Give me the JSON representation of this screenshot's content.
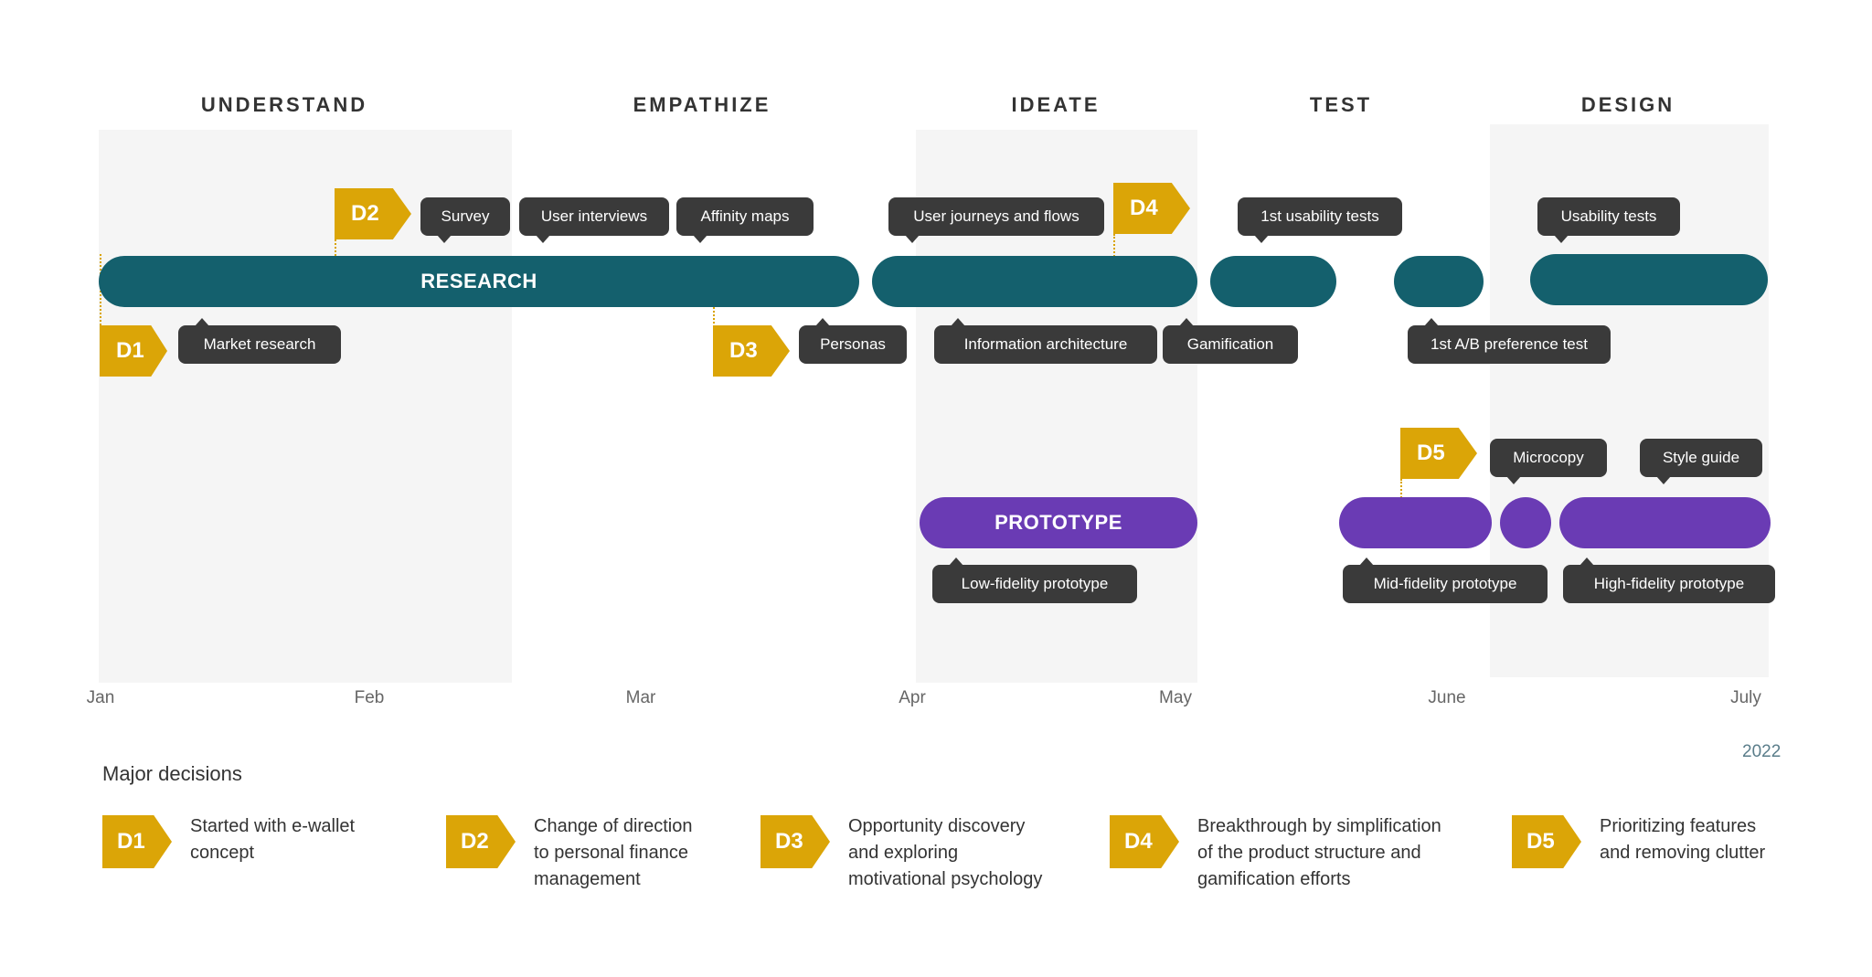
{
  "phases": [
    "UNDERSTAND",
    "EMPATHIZE",
    "IDEATE",
    "TEST",
    "DESIGN"
  ],
  "months": [
    "Jan",
    "Feb",
    "Mar",
    "Apr",
    "May",
    "June",
    "July"
  ],
  "year": "2022",
  "tracks": {
    "research_label": "RESEARCH",
    "prototype_label": "PROTOTYPE"
  },
  "decision_flags": [
    "D1",
    "D2",
    "D3",
    "D4",
    "D5"
  ],
  "activities": {
    "survey": "Survey",
    "user_interviews": "User interviews",
    "affinity_maps": "Affinity maps",
    "user_journeys": "User journeys and flows",
    "usability_tests_1": "1st usability tests",
    "usability_tests": "Usability tests",
    "market_research": "Market research",
    "personas": "Personas",
    "information_architecture": "Information architecture",
    "gamification": "Gamification",
    "ab_test": "1st A/B preference test",
    "microcopy": "Microcopy",
    "style_guide": "Style guide",
    "low_fi": "Low-fidelity prototype",
    "mid_fi": "Mid-fidelity prototype",
    "high_fi": "High-fidelity prototype"
  },
  "legend": {
    "title": "Major decisions",
    "items": [
      {
        "id": "D1",
        "text": "Started with e-wallet\nconcept"
      },
      {
        "id": "D2",
        "text": "Change of direction\nto personal finance\nmanagement"
      },
      {
        "id": "D3",
        "text": "Opportunity discovery\nand exploring\nmotivational psychology"
      },
      {
        "id": "D4",
        "text": "Breakthrough by simplification\nof the product structure and\ngamification efforts"
      },
      {
        "id": "D5",
        "text": "Prioritizing features\nand removing clutter"
      }
    ]
  },
  "colors": {
    "research": "#14606d",
    "prototype": "#6a3bb4",
    "decision": "#dba507",
    "tag": "#3a3a3a",
    "shade": "#f5f5f5"
  }
}
